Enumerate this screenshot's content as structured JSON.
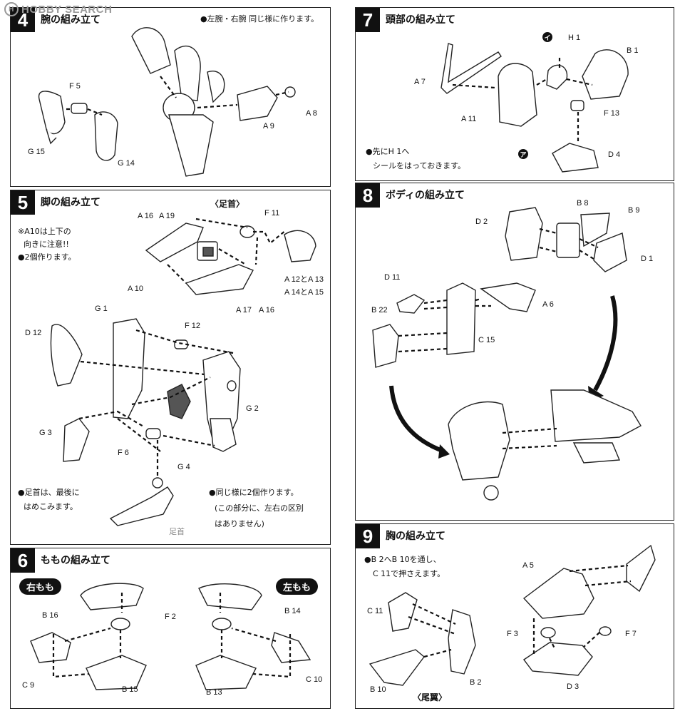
{
  "watermark": "HOBBY SEARCH",
  "steps": {
    "s4": {
      "number": "4",
      "title": "腕の組み立て",
      "note": "●左腕・右腕 同じ様に作ります。",
      "parts": [
        "F 5",
        "G 15",
        "G 14",
        "A 9",
        "A 8"
      ]
    },
    "s5": {
      "number": "5",
      "title": "脚の組み立て",
      "ankle_label": "〈足首〉",
      "note_lines": [
        "※A10は上下の",
        "向きに注意!!",
        "●2個作ります。"
      ],
      "parts_top": [
        "A 16",
        "A 19",
        "F 11",
        "A 10",
        "A 12とA 13",
        "A 14とA 15",
        "A 17",
        "A 16"
      ],
      "parts_bottom": [
        "G 1",
        "D 12",
        "F 12",
        "G 2",
        "G 3",
        "F 6",
        "G 4"
      ],
      "bottom_left_lines": [
        "●足首は、最後に",
        "はめこみます。"
      ],
      "bottom_right_lines": [
        "●同じ様に2個作ります。",
        "(この部分に、左右の区別",
        "はありません)"
      ],
      "ankle_small": "足首"
    },
    "s6": {
      "number": "6",
      "title": "ももの組み立て",
      "right_thigh": "右もも",
      "left_thigh": "左もも",
      "parts": [
        "B 16",
        "F 2",
        "B 14",
        "C 9",
        "B 15",
        "B 13",
        "C 10"
      ]
    },
    "s7": {
      "number": "7",
      "title": "頭部の組み立て",
      "sticker_marks": [
        "イ",
        "ア"
      ],
      "parts": [
        "H 1",
        "B 1",
        "A 7",
        "A 11",
        "F 13",
        "D 4"
      ],
      "note_lines": [
        "●先にH 1へ",
        "シールをはっておきます。"
      ]
    },
    "s8": {
      "number": "8",
      "title": "ボディの組み立て",
      "parts": [
        "D 2",
        "B 8",
        "B 9",
        "D 1",
        "D 11",
        "B 22",
        "A 6",
        "C 15"
      ]
    },
    "s9": {
      "number": "9",
      "title": "胸の組み立て",
      "note_lines": [
        "●B 2へB 10を通し、",
        "C 11で押さえます。"
      ],
      "tail_label": "〈尾翼〉",
      "parts": [
        "A 5",
        "C 11",
        "F 3",
        "F 7",
        "B 10",
        "B 2",
        "D 3"
      ]
    }
  }
}
